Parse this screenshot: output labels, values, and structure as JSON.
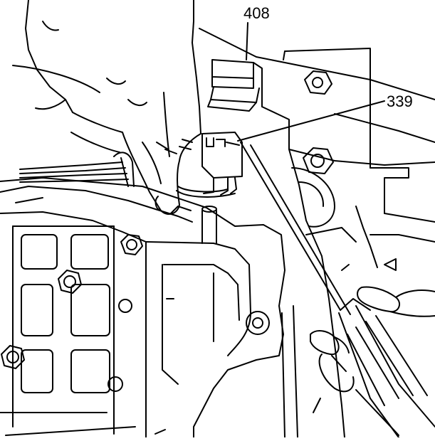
{
  "callouts": [
    {
      "id": "408",
      "label": "408"
    },
    {
      "id": "339",
      "label": "339"
    }
  ],
  "colors": {
    "line": "#000000",
    "background": "#ffffff"
  }
}
